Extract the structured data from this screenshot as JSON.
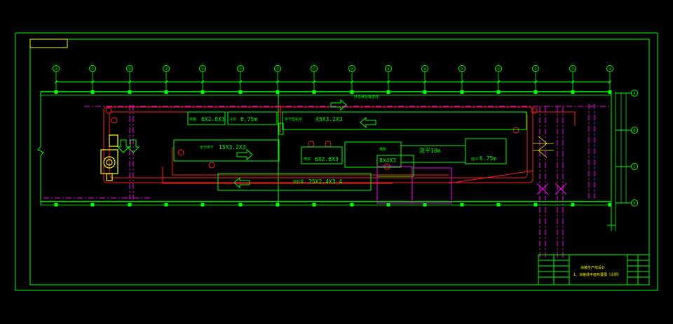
{
  "colors": {
    "background": "#000000",
    "frame": "#00ff00",
    "wall": "#00ff00",
    "equipment": "#00ff00",
    "pipe": "#ff2020",
    "centerline": "#ff00ff",
    "lamp": "#ffff00",
    "text": "#00ff00"
  },
  "axes": {
    "top": [
      "⑱",
      "⑰",
      "⑯",
      "⑮",
      "⑭",
      "⑬",
      "⑫",
      "⑪",
      "⑩",
      "⑨",
      "⑧",
      "⑦",
      "⑥",
      "⑤",
      "④",
      "③"
    ],
    "right": [
      "A",
      "B",
      "C",
      "D"
    ]
  },
  "equipment": {
    "box_upper_left": "6X2.8X3",
    "box_upper_left_tag": "烘箱",
    "box_upper_mid": "6.75m",
    "box_upper_mid_tag": "冷却",
    "box_upper_long": "45X3.2X3",
    "box_upper_long_tag": "烘干固化炉",
    "box_mid_left": "15X3.2X3",
    "box_mid_left_tag": "水分烘干",
    "box_mid_small": "6X2.8X3",
    "box_mid_small_tag": "喷漆",
    "box_mid_right": "",
    "box_mid_right_tag": "喷粉",
    "box_mid_section": "流平10m",
    "box_far_right": "6.75m",
    "box_far_right_tag": "强冷",
    "box_lower_long": "25X2.4X3.4",
    "box_lower_long_tag": "前处理",
    "box_lower_small": "8X4X3",
    "top_note": "环形悬挂输送线"
  },
  "title_block": {
    "line1": "涂装生产线设计",
    "line2": "1、涂装线平面布置图（比例）"
  }
}
